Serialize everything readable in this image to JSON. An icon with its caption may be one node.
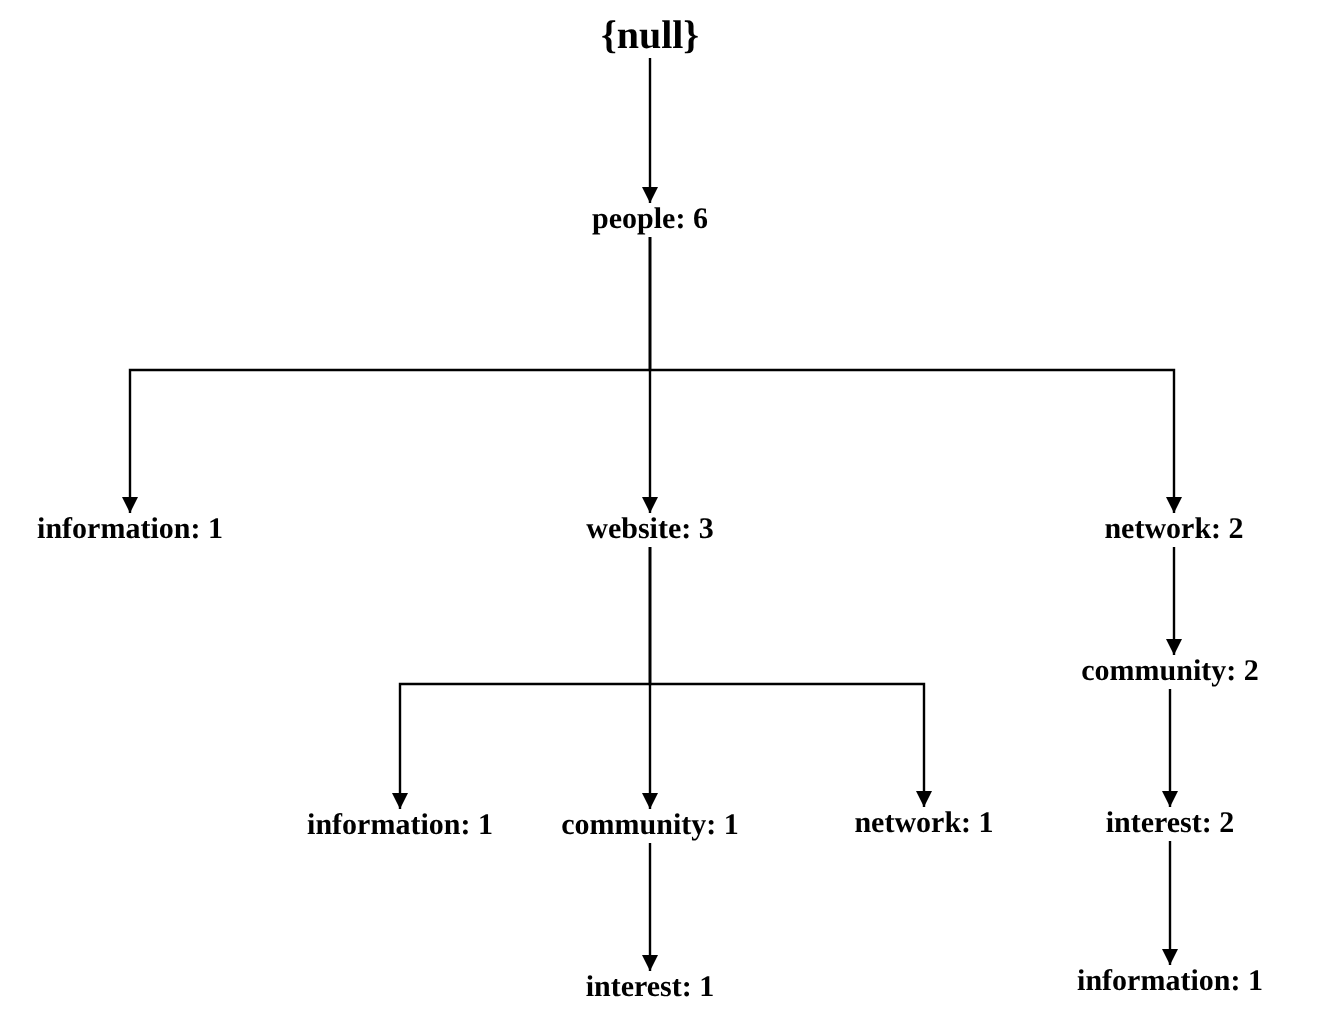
{
  "diagram": {
    "nodes": [
      {
        "text": [
          "{null}"
        ]
      },
      {
        "text": [
          "people: 6"
        ]
      },
      {
        "text": [
          "information: 1"
        ]
      },
      {
        "text": [
          "website: 3"
        ]
      },
      {
        "text": [
          "network: 2"
        ]
      },
      {
        "text": [
          "information: 1"
        ]
      },
      {
        "text": [
          "community: 1"
        ]
      },
      {
        "text": [
          "network: 1"
        ]
      },
      {
        "text": [
          "community: 2"
        ]
      },
      {
        "text": [
          "interest: 2"
        ]
      },
      {
        "text": [
          "interest: 1"
        ]
      },
      {
        "text": [
          "information: 1"
        ]
      }
    ],
    "edges": [
      {
        "from": 0,
        "to": 1,
        "arrow": "to"
      },
      {
        "from": 1,
        "to": 2,
        "arrow": "to"
      },
      {
        "from": 1,
        "to": 3,
        "arrow": "to"
      },
      {
        "from": 1,
        "to": 4,
        "arrow": "to"
      },
      {
        "from": 3,
        "to": 5,
        "arrow": "to"
      },
      {
        "from": 3,
        "to": 6,
        "arrow": "to"
      },
      {
        "from": 3,
        "to": 7,
        "arrow": "to"
      },
      {
        "from": 4,
        "to": 8,
        "arrow": "to"
      },
      {
        "from": 8,
        "to": 9,
        "arrow": "to"
      },
      {
        "from": 9,
        "to": 11,
        "arrow": "to"
      },
      {
        "from": 6,
        "to": 10,
        "arrow": "to"
      }
    ]
  }
}
